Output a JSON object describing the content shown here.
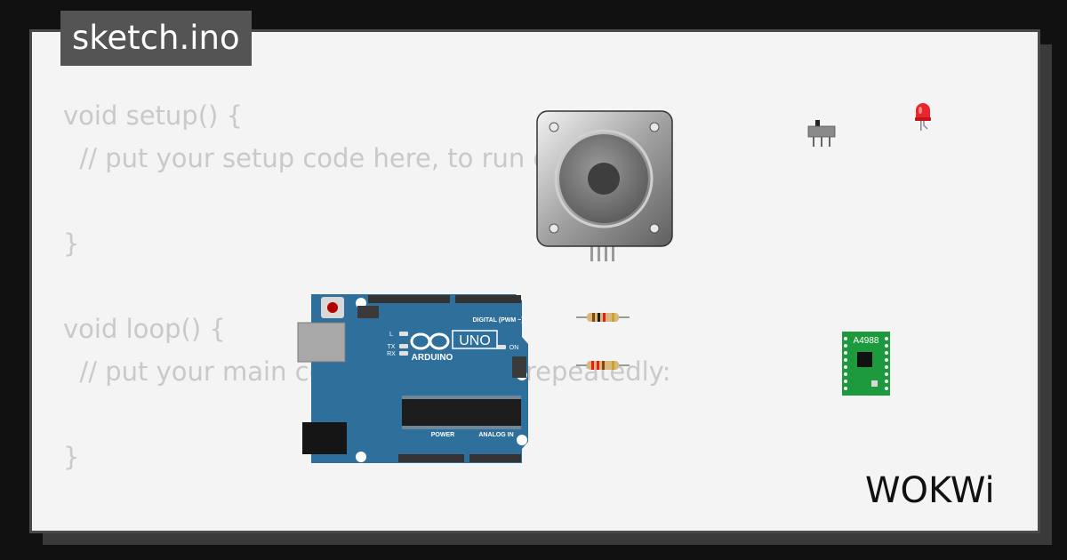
{
  "editor": {
    "file_tab": "sketch.ino",
    "code_lines": [
      "void setup() {",
      "  // put your setup code here, to run once:",
      "",
      "}",
      "",
      "void loop() {",
      "  // put your main code here, to run repeatedly:",
      "",
      "}"
    ]
  },
  "board": {
    "brand": "ARDUINO",
    "model": "UNO",
    "digital_label": "DIGITAL (PWM ~)",
    "power_label": "POWER",
    "analog_label": "ANALOG IN",
    "on_label": "ON",
    "tx_label": "TX",
    "rx_label": "RX",
    "l_label": "L"
  },
  "driver": {
    "label": "A4988"
  },
  "brand": {
    "logo_text": "WOKWi"
  },
  "colors": {
    "board_blue": "#2e6f9c",
    "driver_green": "#1e9a3e",
    "led_red": "#e8262c"
  },
  "icons": [
    "stepper-motor-icon",
    "slide-switch-icon",
    "led-icon",
    "resistor-icon",
    "arduino-uno-icon",
    "a4988-driver-icon",
    "wokwi-logo"
  ]
}
